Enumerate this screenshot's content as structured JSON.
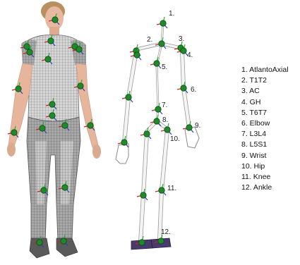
{
  "legend": {
    "items": [
      "1. AtlantoAxial",
      "2. T1T2",
      "3. AC",
      "4. GH",
      "5. T6T7",
      "6. Elbow",
      "7. L3L4",
      "8. L5S1",
      "9. Wrist",
      "10. Hip",
      "11. Knee",
      "12. Ankle"
    ]
  },
  "skeleton": {
    "labels": [
      "1.",
      "2.",
      "3.",
      "4.",
      "5.",
      "6.",
      "7.",
      "8.",
      "9.",
      "10.",
      "11.",
      "12."
    ]
  },
  "colors": {
    "joint": "#1e8a2a",
    "joint_edge": "#0b4a12",
    "axis_red": "#d42020",
    "axis_green": "#22b030",
    "axis_blue": "#2040d0",
    "mesh": "#6e6e6e",
    "skin": "#e8b8a0",
    "hair": "#b89060",
    "foot_plate": "#4a3a6a"
  }
}
